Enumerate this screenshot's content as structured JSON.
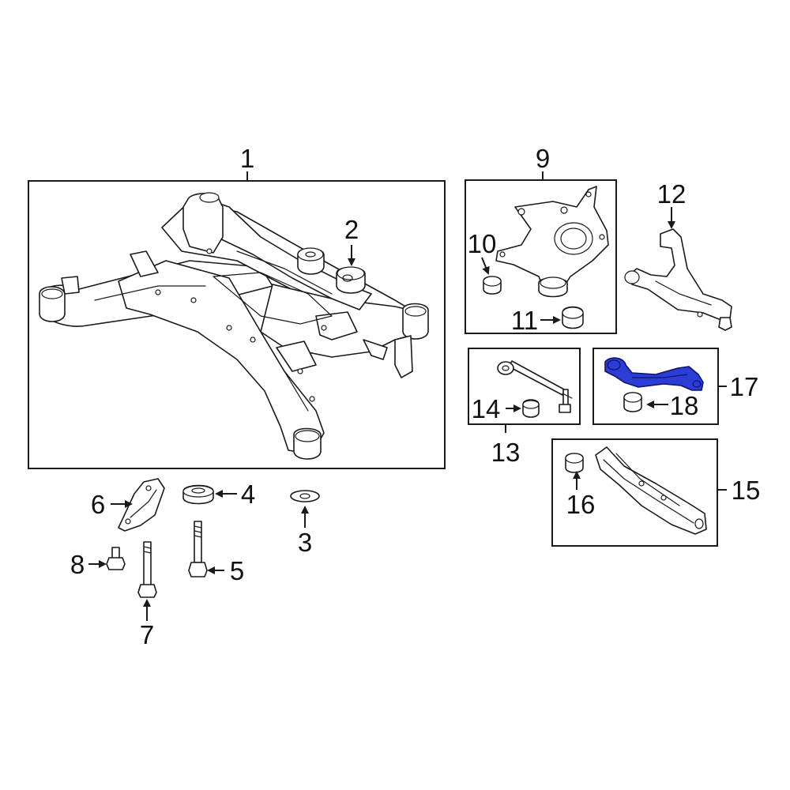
{
  "callouts": {
    "c1": "1",
    "c2": "2",
    "c3": "3",
    "c4": "4",
    "c5": "5",
    "c6": "6",
    "c7": "7",
    "c8": "8",
    "c9": "9",
    "c10": "10",
    "c11": "11",
    "c12": "12",
    "c13": "13",
    "c14": "14",
    "c15": "15",
    "c16": "16",
    "c17": "17",
    "c18": "18"
  },
  "highlight_color": "#2c3dd6",
  "highlighted_part": "17"
}
